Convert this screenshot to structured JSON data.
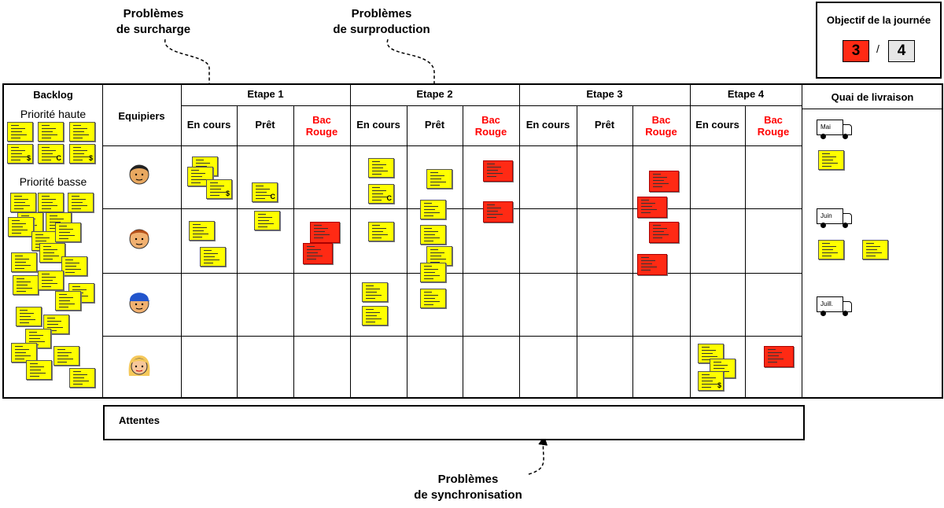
{
  "annotations": {
    "surcharge": [
      "Problèmes",
      "de surcharge"
    ],
    "surproduction": [
      "Problèmes",
      "de surproduction"
    ],
    "synchronisation": [
      "Problèmes",
      "de synchronisation"
    ]
  },
  "objective": {
    "title": "Objectif de la journée",
    "current": "3",
    "separator": "/",
    "target": "4",
    "current_color": "#ff2a14",
    "target_color": "#e6e6e6"
  },
  "board": {
    "backlog": {
      "title": "Backlog",
      "priority_high": "Priorité haute",
      "priority_low": "Priorité basse"
    },
    "team_header": "Equipiers",
    "stages": [
      {
        "label": "Etape 1",
        "columns": [
          "En cours",
          "Prêt",
          [
            "Bac",
            "Rouge"
          ]
        ]
      },
      {
        "label": "Etape 2",
        "columns": [
          "En cours",
          "Prêt",
          [
            "Bac",
            "Rouge"
          ]
        ]
      },
      {
        "label": "Etape 3",
        "columns": [
          "En cours",
          "Prêt",
          [
            "Bac",
            "Rouge"
          ]
        ]
      },
      {
        "label": "Etape 4",
        "columns": [
          "En cours",
          [
            "Bac",
            "Rouge"
          ]
        ]
      }
    ],
    "delivery": {
      "title": "Quai de livraison",
      "trucks": [
        "Mai",
        "Juin",
        "Juill."
      ]
    },
    "waiting": "Attentes",
    "team_members": [
      "equipier-1",
      "equipier-2",
      "equipier-3",
      "equipier-4"
    ]
  },
  "colors": {
    "note_yellow": "#ffff00",
    "note_red": "#ff2a14",
    "red_text": "#ff0000"
  }
}
